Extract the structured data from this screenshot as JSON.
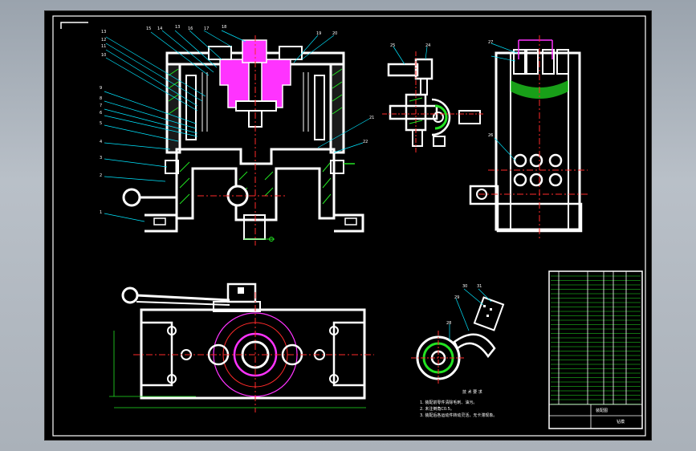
{
  "app": {
    "name": "CAD drawing viewer"
  },
  "colors": {
    "background": "#000000",
    "outline": "#ffffff",
    "hatch": "#22e322",
    "leader": "#00e5ff",
    "center": "#ff2a2a",
    "accent": "#ff33ff",
    "dimension": "#22e322",
    "frame": "#ffffff"
  },
  "balloons": {
    "front_view_left": [
      "13",
      "12",
      "11",
      "10",
      "9",
      "8",
      "7",
      "6",
      "5",
      "4",
      "3",
      "2",
      "1"
    ],
    "front_view_top": [
      "15",
      "14",
      "13",
      "16",
      "17",
      "18",
      "19",
      "20"
    ],
    "front_view_right": [
      "21",
      "22"
    ],
    "detail_view": [
      "25",
      "24"
    ],
    "side_view": [
      "27",
      "26"
    ],
    "partial_view": [
      "30",
      "31",
      "29",
      "28"
    ]
  },
  "notes": {
    "title": "技 术 要 求",
    "items": [
      "1. 装配前零件清除毛刺、油污。",
      "2. 未注倒角C0.5。",
      "3. 装配后各运动件转动灵活，无卡滞现象。"
    ]
  },
  "title_block": {
    "drawing_name": "装配图",
    "label": "钻模"
  },
  "icons": {
    "origin_marker": "corner-bracket-icon"
  }
}
